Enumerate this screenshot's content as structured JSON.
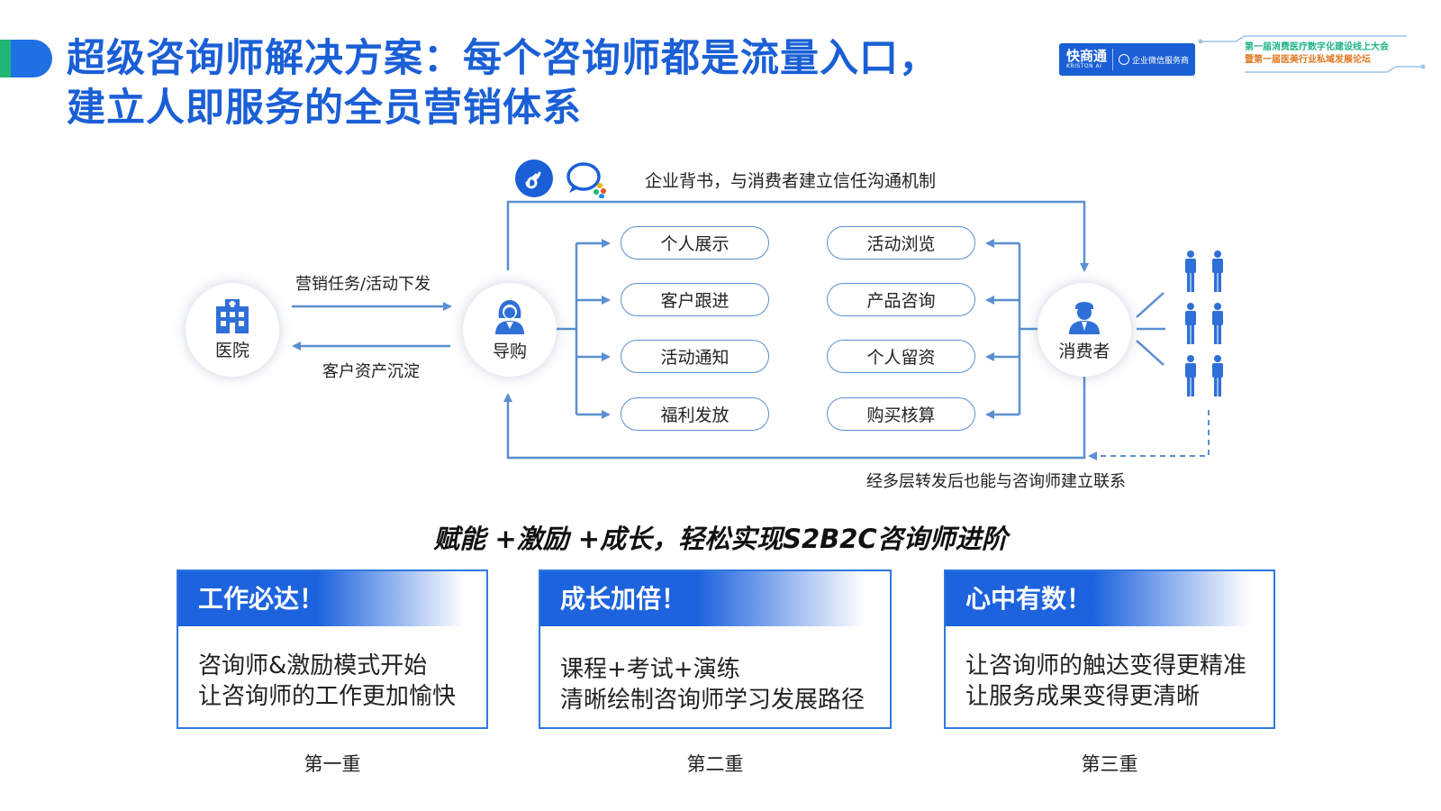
{
  "title_lines": [
    "超级咨询师解决方案：每个咨询师都是流量入口，",
    "建立人即服务的全员营销体系"
  ],
  "logo": {
    "brand": "快商通",
    "brand_en": "KRISTON AI",
    "service": "企业微信服务商"
  },
  "forum": {
    "line1": "第一届消费医疗数字化建设线上大会",
    "line2": "暨第一届医美行业私域发展论坛"
  },
  "diagram": {
    "top_caption": "企业背书，与消费者建立信任沟通机制",
    "hospital_label": "医院",
    "guide_label": "导购",
    "consumer_label": "消费者",
    "task_arrow_label": "营销任务/活动下发",
    "asset_arrow_label": "客户资产沉淀",
    "left_pills": [
      "个人展示",
      "客户跟进",
      "活动通知",
      "福利发放"
    ],
    "right_pills": [
      "活动浏览",
      "产品咨询",
      "个人留资",
      "购买核算"
    ],
    "bottom_caption": "经多层转发后也能与咨询师建立联系"
  },
  "slogan": "赋能 +激励 +成长，轻松实现S2B2C咨询师进阶",
  "cards": [
    {
      "head": "工作必达！",
      "line1": "咨询师&激励模式开始",
      "line2": "让咨询师的工作更加愉快",
      "tier": "第一重"
    },
    {
      "head": "成长加倍！",
      "line1": "课程+考试+演练",
      "line2": "清晰绘制咨询师学习发展路径",
      "tier": "第二重"
    },
    {
      "head": "心中有数！",
      "line1": "让咨询师的触达变得更精准",
      "line2": "让服务成果变得更清晰",
      "tier": "第三重"
    }
  ],
  "colors": {
    "accent_blue": "#1a5fd6",
    "accent_green": "#21b573",
    "line_blue": "#5b8fd0",
    "icon_blue": "#2f6fd8"
  }
}
